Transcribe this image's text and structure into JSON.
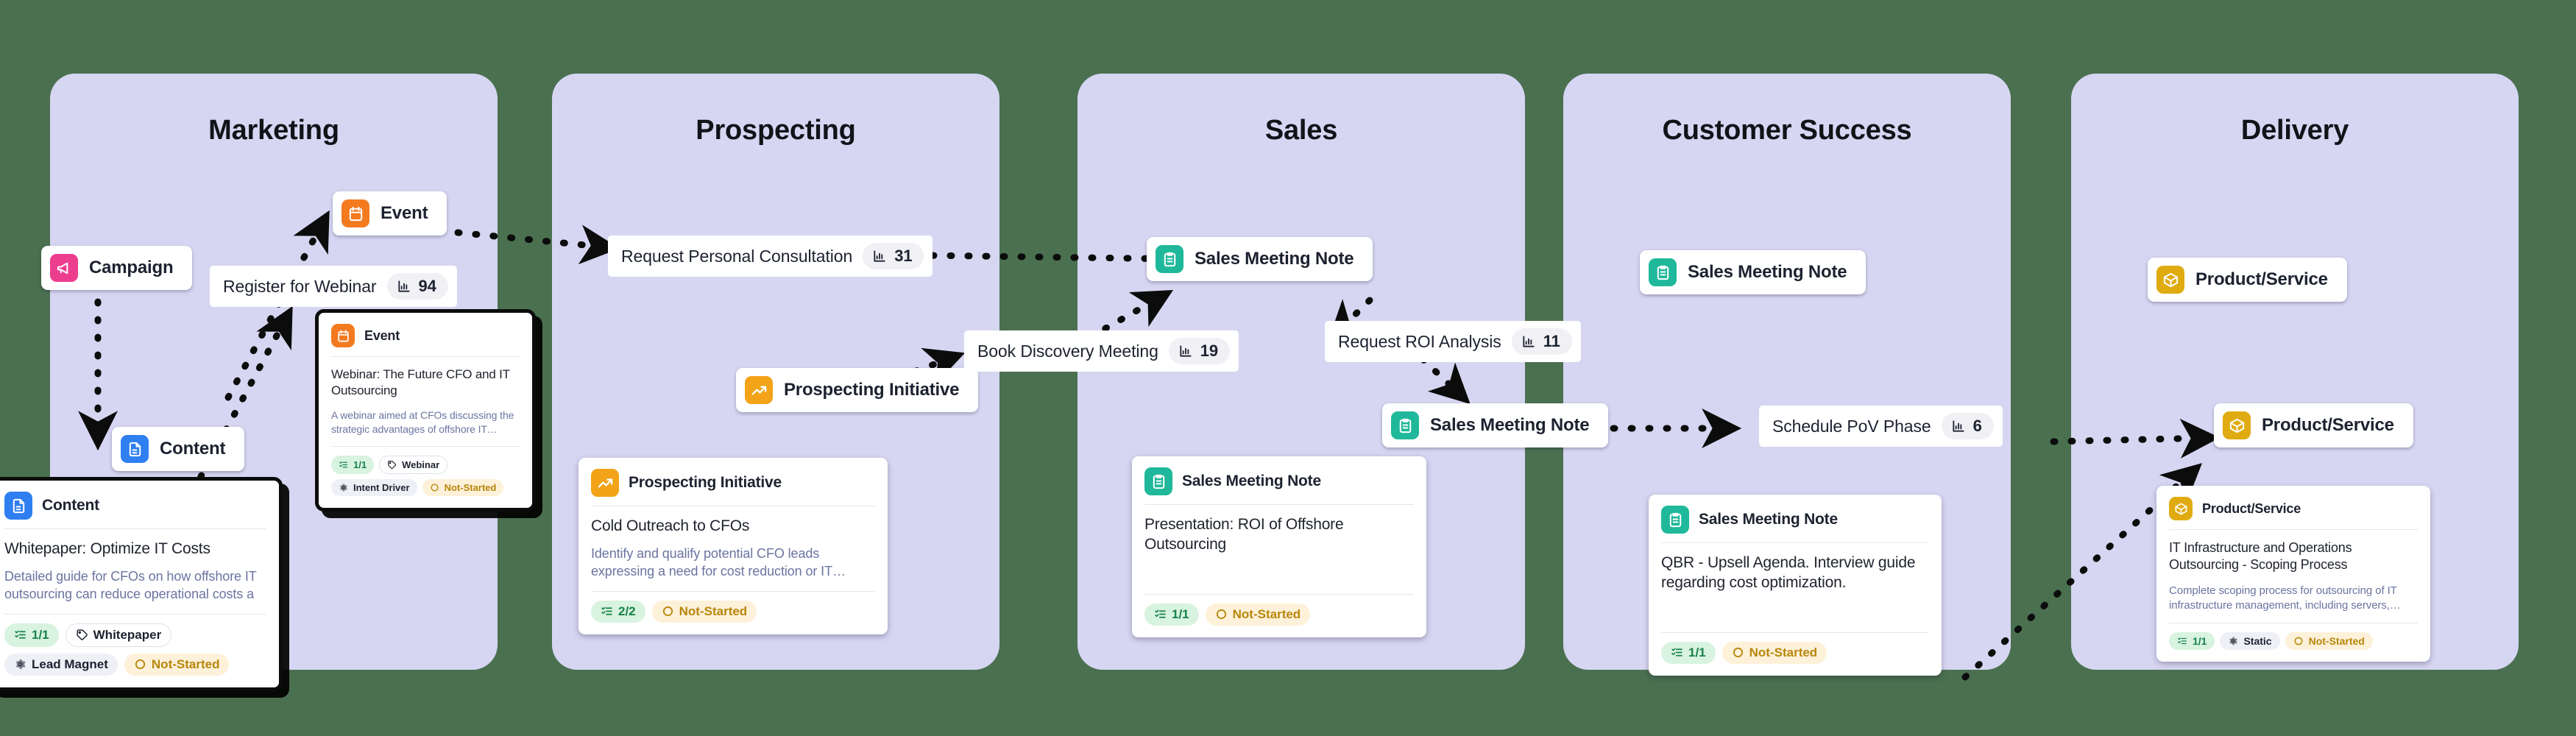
{
  "canvas": {
    "background_color": "#4a7050",
    "column_color": "#d6d6f2"
  },
  "columns": [
    {
      "id": "marketing",
      "title": "Marketing"
    },
    {
      "id": "prospecting",
      "title": "Prospecting"
    },
    {
      "id": "sales",
      "title": "Sales"
    },
    {
      "id": "customer_success",
      "title": "Customer Success"
    },
    {
      "id": "delivery",
      "title": "Delivery"
    }
  ],
  "nodes": [
    {
      "id": "n-campaign",
      "label": "Campaign",
      "icon": "megaphone-icon",
      "icon_color": "#ec3d8e",
      "column": "marketing"
    },
    {
      "id": "n-content",
      "label": "Content",
      "icon": "document-icon",
      "icon_color": "#2f7ff0",
      "column": "marketing"
    },
    {
      "id": "n-event",
      "label": "Event",
      "icon": "calendar-icon",
      "icon_color": "#f47a20",
      "column": "marketing"
    },
    {
      "id": "n-prospect",
      "label": "Prospecting Initiative",
      "icon": "trend-up-icon",
      "icon_color": "#f2a317",
      "column": "prospecting"
    },
    {
      "id": "n-sales-1",
      "label": "Sales Meeting Note",
      "icon": "clipboard-icon",
      "icon_color": "#1fb89a",
      "column": "sales"
    },
    {
      "id": "n-sales-2",
      "label": "Sales Meeting Note",
      "icon": "clipboard-icon",
      "icon_color": "#1fb89a",
      "column": "sales"
    },
    {
      "id": "n-cs-1",
      "label": "Sales Meeting Note",
      "icon": "clipboard-icon",
      "icon_color": "#1fb89a",
      "column": "customer_success"
    },
    {
      "id": "n-del-1",
      "label": "Product/Service",
      "icon": "box-icon",
      "icon_color": "#e0ab10",
      "column": "delivery"
    },
    {
      "id": "n-del-2",
      "label": "Product/Service",
      "icon": "box-icon",
      "icon_color": "#e0ab10",
      "column": "delivery"
    }
  ],
  "edges": [
    {
      "id": "e-register",
      "label": "Register for Webinar",
      "metric": "94",
      "metric_icon": "bar-chart-icon"
    },
    {
      "id": "e-consult",
      "label": "Request Personal Consultation",
      "metric": "31",
      "metric_icon": "bar-chart-icon"
    },
    {
      "id": "e-discovery",
      "label": "Book Discovery Meeting",
      "metric": "19",
      "metric_icon": "bar-chart-icon"
    },
    {
      "id": "e-roi",
      "label": "Request ROI Analysis",
      "metric": "11",
      "metric_icon": "bar-chart-icon"
    },
    {
      "id": "e-pov",
      "label": "Schedule PoV Phase",
      "metric": "6",
      "metric_icon": "bar-chart-icon"
    }
  ],
  "cards": [
    {
      "id": "card-content",
      "type_label": "Content",
      "icon": "document-icon",
      "title": "Whitepaper: Optimize IT Costs",
      "description": "Detailed guide for CFOs on how offshore IT outsourcing can reduce operational costs a",
      "chips": [
        {
          "label": "1/1",
          "kind": "count",
          "icon": "checklist-icon"
        },
        {
          "label": "Whitepaper",
          "kind": "tag",
          "icon": "tag-icon"
        },
        {
          "label": "Lead Magnet",
          "kind": "gear",
          "icon": "gear-icon"
        },
        {
          "label": "Not-Started",
          "kind": "status",
          "icon": "circle-icon"
        }
      ],
      "selected": true
    },
    {
      "id": "card-event",
      "type_label": "Event",
      "icon": "calendar-icon",
      "title": "Webinar: The Future CFO and IT Outsourcing",
      "description": "A webinar aimed at CFOs discussing the strategic advantages of offshore IT…",
      "chips": [
        {
          "label": "1/1",
          "kind": "count",
          "icon": "checklist-icon"
        },
        {
          "label": "Webinar",
          "kind": "tag",
          "icon": "tag-icon"
        },
        {
          "label": "Intent Driver",
          "kind": "gear",
          "icon": "gear-icon"
        },
        {
          "label": "Not-Started",
          "kind": "status",
          "icon": "circle-icon"
        }
      ],
      "selected": true
    },
    {
      "id": "card-prospecting",
      "type_label": "Prospecting Initiative",
      "icon": "trend-up-icon",
      "title": "Cold Outreach to CFOs",
      "description": "Identify and qualify potential CFO leads expressing a need for cost reduction or IT…",
      "chips": [
        {
          "label": "2/2",
          "kind": "count",
          "icon": "checklist-icon"
        },
        {
          "label": "Not-Started",
          "kind": "status",
          "icon": "circle-icon"
        }
      ],
      "selected": false
    },
    {
      "id": "card-sales",
      "type_label": "Sales Meeting Note",
      "icon": "clipboard-icon",
      "title": "Presentation: ROI of Offshore Outsourcing",
      "description": "",
      "chips": [
        {
          "label": "1/1",
          "kind": "count",
          "icon": "checklist-icon"
        },
        {
          "label": "Not-Started",
          "kind": "status",
          "icon": "circle-icon"
        }
      ],
      "selected": false
    },
    {
      "id": "card-cs",
      "type_label": "Sales Meeting Note",
      "icon": "clipboard-icon",
      "title": "QBR - Upsell Agenda. Interview guide regarding cost optimization.",
      "description": "",
      "chips": [
        {
          "label": "1/1",
          "kind": "count",
          "icon": "checklist-icon"
        },
        {
          "label": "Not-Started",
          "kind": "status",
          "icon": "circle-icon"
        }
      ],
      "selected": false
    },
    {
      "id": "card-delivery",
      "type_label": "Product/Service",
      "icon": "box-icon",
      "title": "IT Infrastructure and Operations Outsourcing - Scoping Process",
      "description": "Complete scoping process for outsourcing of IT infrastructure management, including servers,…",
      "chips": [
        {
          "label": "1/1",
          "kind": "count",
          "icon": "checklist-icon"
        },
        {
          "label": "Static",
          "kind": "gear",
          "icon": "gear-icon"
        },
        {
          "label": "Not-Started",
          "kind": "status",
          "icon": "circle-icon"
        }
      ],
      "selected": false
    }
  ]
}
